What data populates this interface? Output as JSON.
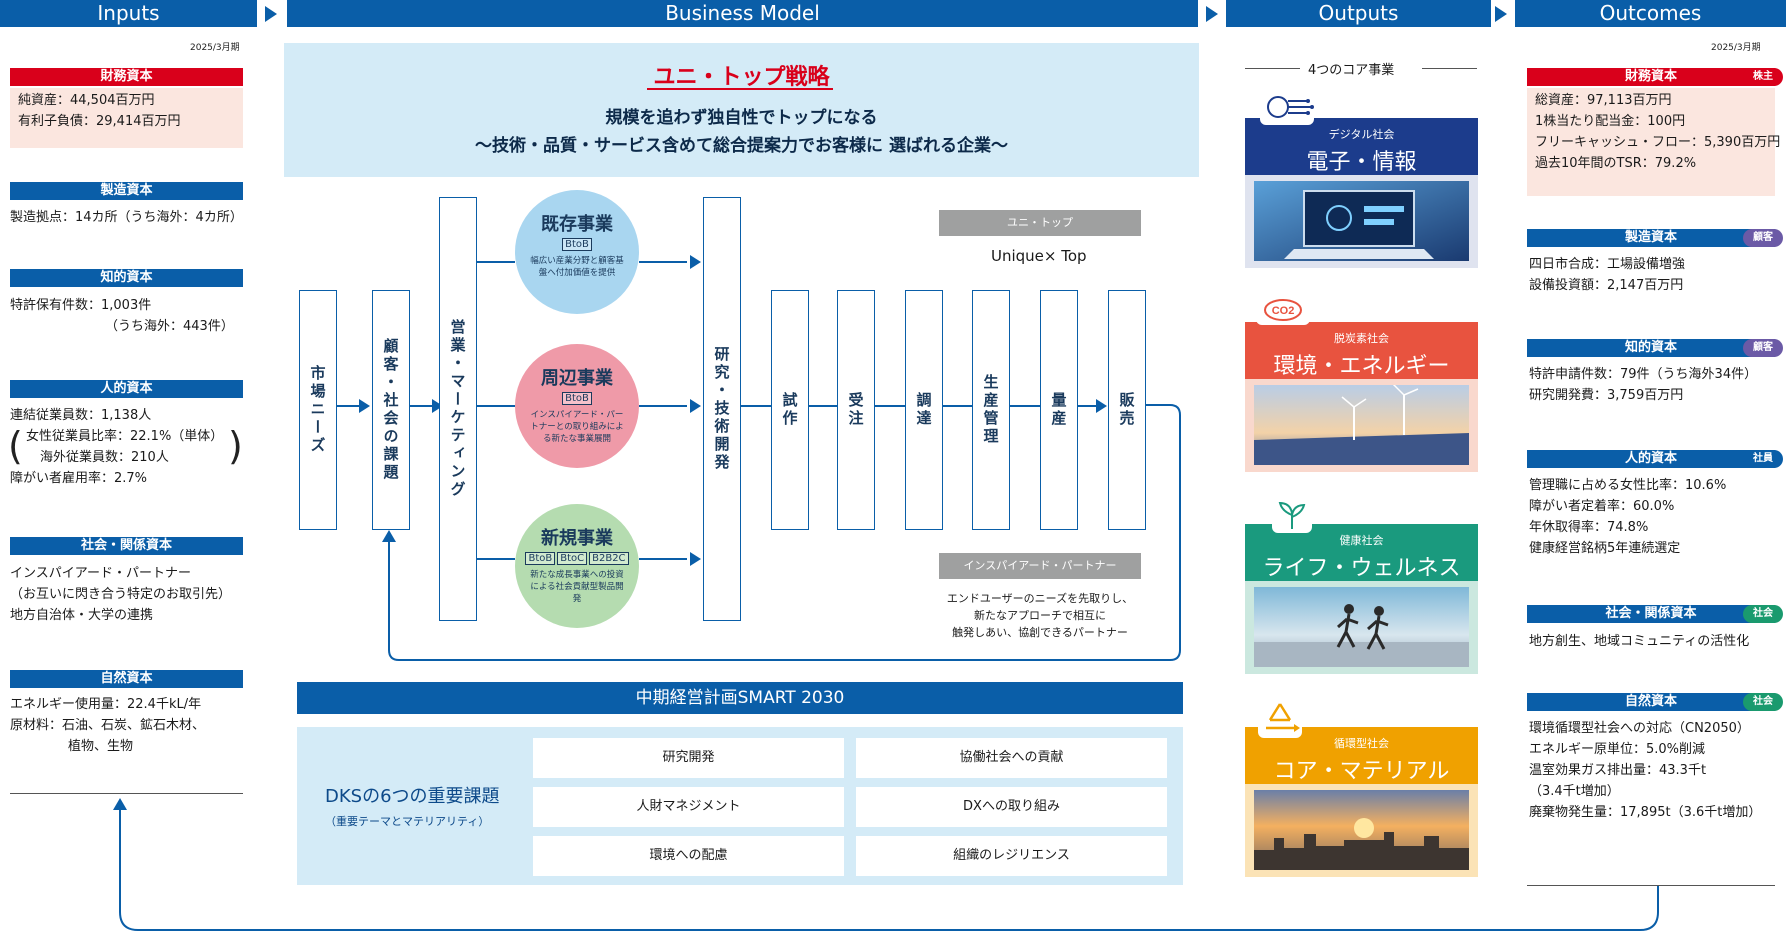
{
  "header": {
    "inputs": "Inputs",
    "business_model": "Business Model",
    "outputs": "Outputs",
    "outcomes": "Outcomes"
  },
  "inputs": {
    "date": "2025/3月期",
    "financial": {
      "title": "財務資本",
      "lines": [
        "純資産：44,504百万円",
        "有利子負債：29,414百万円"
      ]
    },
    "manufacturing": {
      "title": "製造資本",
      "lines": [
        "製造拠点：14カ所（うち海外：4カ所）"
      ]
    },
    "intellectual": {
      "title": "知的資本",
      "lines": [
        "特許保有件数：1,003件",
        "（うち海外：443件）"
      ]
    },
    "human": {
      "title": "人的資本",
      "lines": [
        "連結従業員数：1,138人",
        "女性従業員比率：22.1%（単体）",
        "海外従業員数：210人",
        "障がい者雇用率：2.7%"
      ]
    },
    "social": {
      "title": "社会・関係資本",
      "lines": [
        "インスパイアード・パートナー",
        "（お互いに閃き合う特定のお取引先）",
        "地方自治体・大学の連携"
      ]
    },
    "natural": {
      "title": "自然資本",
      "lines": [
        "エネルギー使用量：22.4千kL/年",
        "原材料：石油、石炭、鉱石木材、",
        "植物、生物"
      ]
    }
  },
  "strategy": {
    "title": "ユニ・トップ戦略",
    "line1": "規模を追わず独自性でトップになる",
    "line2": "〜技術・品質・サービス含めて総合提案力でお客様に 選ばれる企業〜"
  },
  "flow": {
    "market_needs": "市場ニーズ",
    "customer_issues": "顧客・社会の課題",
    "sales_marketing": "営業・マーケティング",
    "rnd": "研究・技術開発",
    "trial": "試作",
    "order": "受注",
    "procure": "調達",
    "production": "生産管理",
    "mass": "量産",
    "sales": "販売"
  },
  "circles": {
    "existing": {
      "title": "既存事業",
      "tags": [
        "BtoB"
      ],
      "desc": "幅広い産業分野と顧客基盤へ付加価値を提供"
    },
    "peripheral": {
      "title": "周辺事業",
      "tags": [
        "BtoB"
      ],
      "desc": "インスパイアード・パートナーとの取り組みによる新たな事業展開"
    },
    "new": {
      "title": "新規事業",
      "tags": [
        "BtoB",
        "BtoC",
        "B2B2C"
      ],
      "desc": "新たな成長事業への投資による社会貢献型製品開発"
    }
  },
  "unitop": {
    "tag": "ユニ・トップ",
    "text": "Unique× Top"
  },
  "inspired": {
    "tag": "インスパイアード・パートナー",
    "desc": [
      "エンドユーザーのニーズを先取りし、",
      "新たなアプローチで相互に",
      "触発しあい、協創できるパートナー"
    ]
  },
  "plan": {
    "head": "中期経営計画SMART 2030",
    "title": "DKSの6つの重要課題",
    "sub": "（重要テーマとマテリアリティ）",
    "cells": [
      "研究開発",
      "協働社会への貢献",
      "人財マネジメント",
      "DXへの取り組み",
      "環境への配慮",
      "組織のレジリエンス"
    ]
  },
  "outputs": {
    "core_label": "4つのコア事業",
    "businesses": [
      {
        "sub": "デジタル社会",
        "main": "電子・情報",
        "color": "#1c3c8c",
        "bg": "#dfe3ef",
        "icon": "circuit-icon"
      },
      {
        "sub": "脱炭素社会",
        "main": "環境・エネルギー",
        "color": "#e8533f",
        "bg": "#f9d8cd",
        "icon": "co2-icon"
      },
      {
        "sub": "健康社会",
        "main": "ライフ・ウェルネス",
        "color": "#1a9a7e",
        "bg": "#cbe8df",
        "icon": "plant-icon"
      },
      {
        "sub": "循環型社会",
        "main": "コア・マテリアル",
        "color": "#f0a100",
        "bg": "#fbe3b6",
        "icon": "recycle-icon"
      }
    ]
  },
  "outcomes": {
    "date": "2025/3月期",
    "financial": {
      "title": "財務資本",
      "badge": "株主",
      "badge_color": "#d9001b",
      "lines": [
        "総資産：97,113百万円",
        "1株当たり配当金：100円",
        "フリーキャッシュ・フロー：5,390百万円",
        "過去10年間のTSR：79.2%"
      ]
    },
    "manufacturing": {
      "title": "製造資本",
      "badge": "顧客",
      "badge_color": "#6b5aa6",
      "lines": [
        "四日市合成：工場設備増強",
        "設備投資額：2,147百万円"
      ]
    },
    "intellectual": {
      "title": "知的資本",
      "badge": "顧客",
      "badge_color": "#6b5aa6",
      "lines": [
        "特許申請件数：79件（うち海外34件）",
        "研究開発費：3,759百万円"
      ]
    },
    "human": {
      "title": "人的資本",
      "badge": "社員",
      "badge_color": "#0a5ea8",
      "lines": [
        "管理職に占める女性比率：10.6%",
        "障がい者定着率：60.0%",
        "年休取得率：74.8%",
        "健康経営銘柄5年連続選定"
      ]
    },
    "social": {
      "title": "社会・関係資本",
      "badge": "社会",
      "badge_color": "#1a9a6e",
      "lines": [
        "地方創生、地域コミュニティの活性化"
      ]
    },
    "natural": {
      "title": "自然資本",
      "badge": "社会",
      "badge_color": "#1a9a6e",
      "lines": [
        "環境循環型社会への対応（CN2050）",
        "エネルギー原単位：5.0%削減",
        "温室効果ガス排出量：43.3千t",
        "（3.4千t増加）",
        "廃棄物発生量：17,895t（3.6千t増加）"
      ]
    }
  }
}
